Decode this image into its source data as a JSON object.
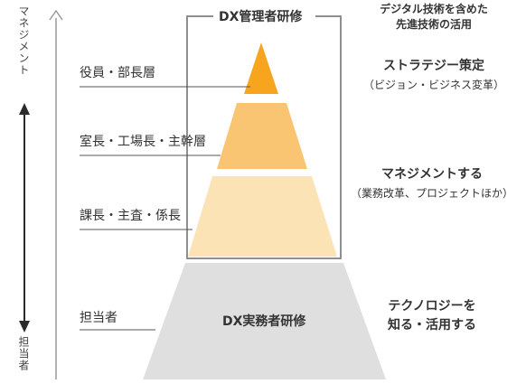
{
  "axis": {
    "top_label": "マネジメント",
    "bottom_label": "担当者"
  },
  "training_box": {
    "title": "DX管理者研修"
  },
  "base": {
    "title": "DX実務者研修"
  },
  "levels": [
    {
      "id": "executive",
      "label": "役員・部長層"
    },
    {
      "id": "senior",
      "label": "室長・工場長・主幹層"
    },
    {
      "id": "manager",
      "label": "課長・主査・係長"
    },
    {
      "id": "staff",
      "label": "担当者"
    }
  ],
  "notes": {
    "top": {
      "line1": "デジタル技術を含めた",
      "line2": "先進技術の活用"
    },
    "strategy": {
      "main": "ストラテジー策定",
      "sub": "（ビジョン・ビジネス変革）"
    },
    "management": {
      "main": "マネジメントする",
      "sub": "（業務改革、プロジェクトほか）"
    },
    "technology": {
      "line1": "テクノロジーを",
      "line2": "知る・活用する"
    }
  },
  "colors": {
    "tier1": "#F7A51E",
    "tier2": "#F9C572",
    "tier3": "#FCE3B6",
    "base": "#E0DFDF",
    "box_border": "#8F8F8F",
    "arrow": "#2B2B2B",
    "axis": "#9A9A9A"
  }
}
